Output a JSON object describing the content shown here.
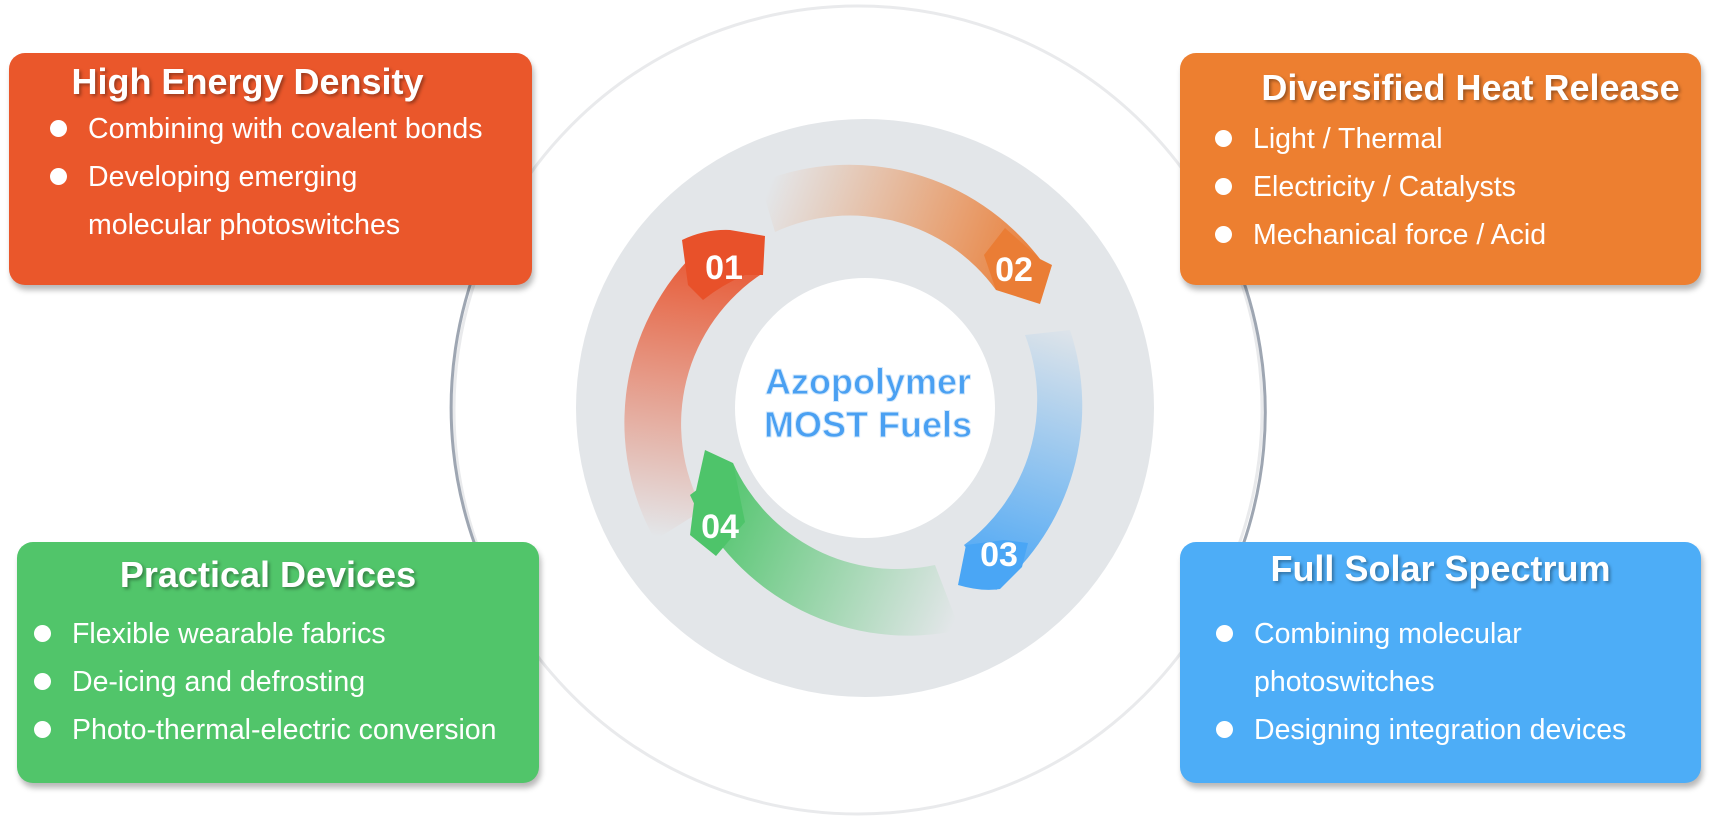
{
  "center": {
    "line1": "Azopolymer",
    "line2": "MOST Fuels",
    "color": "#4aa0f2"
  },
  "segments": [
    {
      "label": "01",
      "color": "#e8512a"
    },
    {
      "label": "02",
      "color": "#ea7d35"
    },
    {
      "label": "03",
      "color": "#4aa6f5"
    },
    {
      "label": "04",
      "color": "#4ec46a"
    }
  ],
  "cards": {
    "high_energy": {
      "title": "High Energy Density",
      "color": "#ea572b",
      "items": [
        "Combining with covalent bonds",
        "Developing emerging",
        "molecular photoswitches"
      ]
    },
    "heat": {
      "title": "Diversified Heat Release",
      "color": "#ed7f30",
      "items": [
        "Light / Thermal",
        "Electricity / Catalysts",
        "Mechanical force / Acid"
      ]
    },
    "devices": {
      "title": "Practical Devices",
      "color": "#51c56a",
      "items": [
        "Flexible wearable fabrics",
        "De-icing and defrosting",
        "Photo-thermal-electric conversion"
      ]
    },
    "solar": {
      "title": "Full Solar Spectrum",
      "color": "#4dadf7",
      "items": [
        "Combining molecular",
        "photoswitches",
        "Designing integration devices"
      ]
    }
  }
}
